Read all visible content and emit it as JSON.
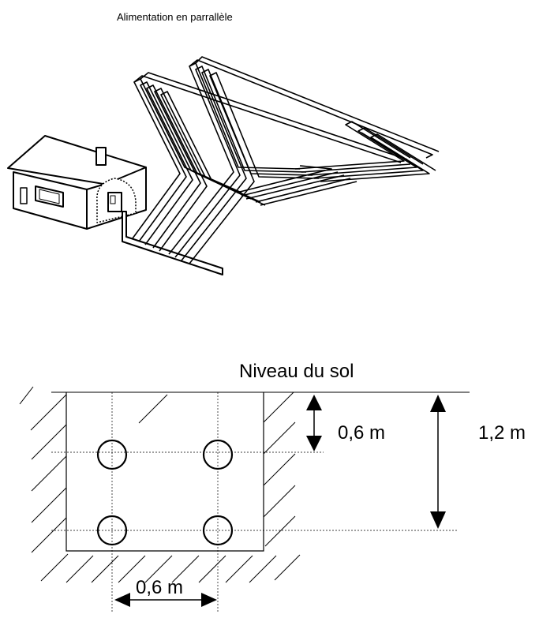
{
  "title": "Alimentation en parrallèle",
  "section": {
    "ground_label": "Niveau du sol",
    "depth_upper": "0,6 m",
    "depth_total": "1,2 m",
    "spacing": "0,6 m"
  },
  "pipe_rows": 2,
  "pipe_columns": 2
}
